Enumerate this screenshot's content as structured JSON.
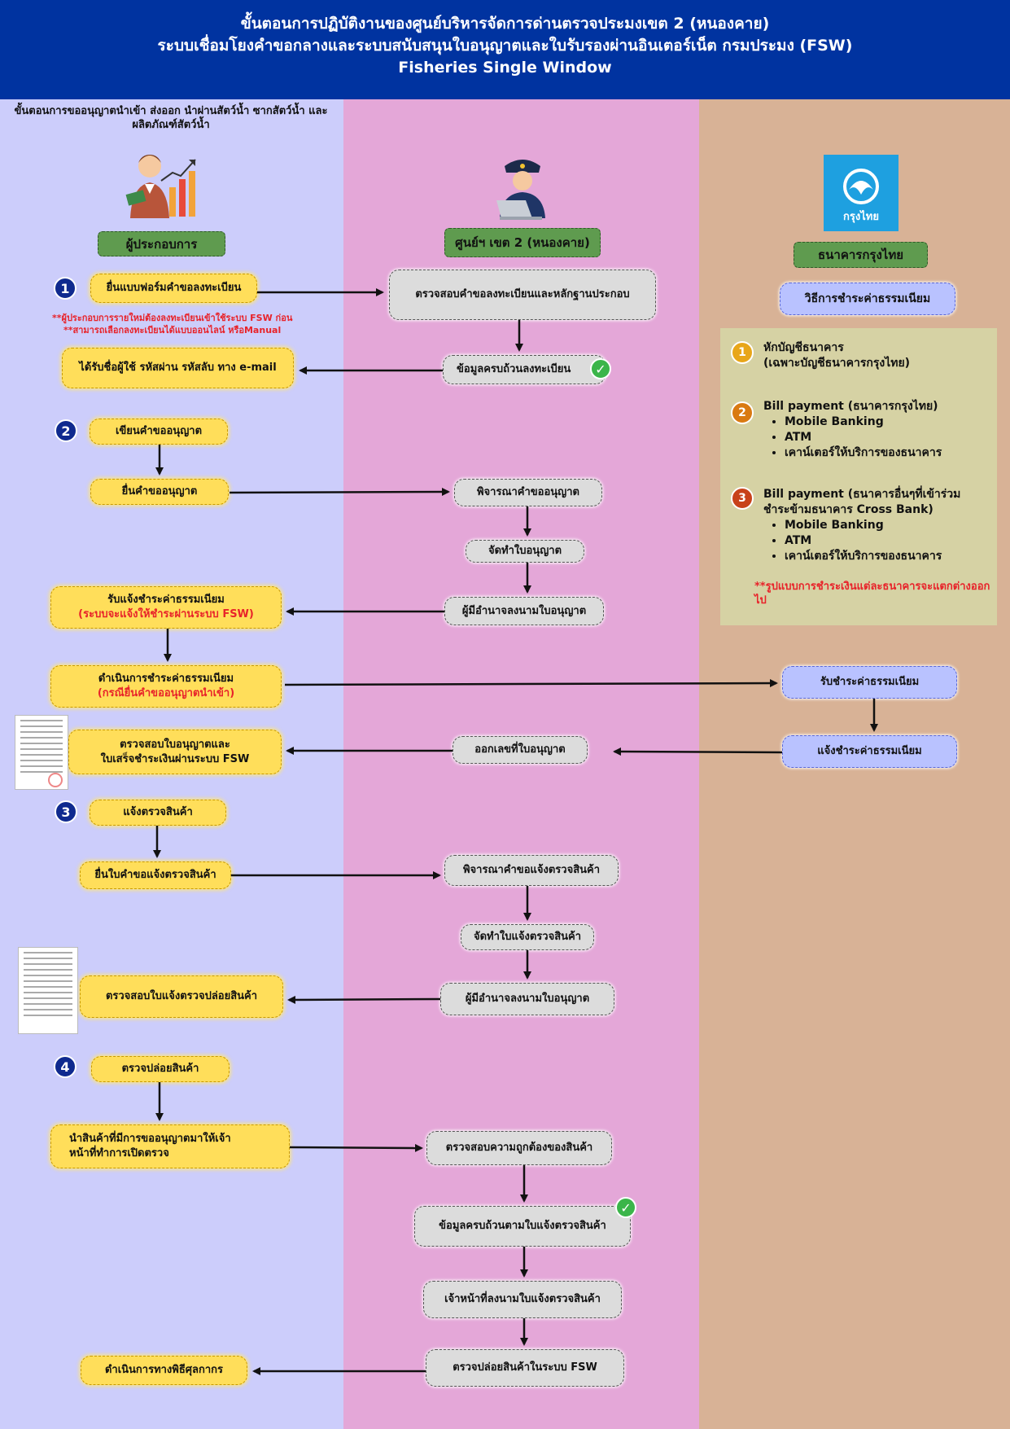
{
  "header": {
    "line1": "ขั้นตอนการปฏิบัติงานของศูนย์บริหารจัดการด่านตรวจประมงเขต 2 (หนองคาย)",
    "line2": "ระบบเชื่อมโยงคำขอกลางและระบบสนับสนุนใบอนุญาตและใบรับรองผ่านอินเตอร์เน็ต กรมประมง (FSW)",
    "line3": "Fisheries Single Window"
  },
  "subtitle": "ขั้นตอนการขออนุญาตนำเข้า ส่งออก นำผ่านสัตว์น้ำ ซากสัตว์น้ำ และผลิตภัณฑ์สัตว์น้ำ",
  "roles": {
    "operator": "ผู้ประกอบการ",
    "center": "ศูนย์ฯ เขต 2 (หนองคาย)",
    "bank": "ธนาคารกรุงไทย",
    "bank_logo_text": "กรุงไทย"
  },
  "steps": {
    "s1": "1",
    "s2": "2",
    "s3": "3",
    "s4": "4"
  },
  "operator": {
    "submit_form": "ยื่นแบบฟอร์มคำขอลงทะเบียน",
    "note1": "**ผู้ประกอบการรายใหม่ต้องลงทะเบียนเข้าใช้ระบบ FSW ก่อน",
    "note2": "**สามารถเลือกลงทะเบียนได้แบบออนไลน์ หรือManual",
    "receive_login": "ได้รับชื่อผู้ใช้ รหัสผ่าน รหัสลับ ทาง e-mail",
    "write_request": "เขียนคำขออนุญาต",
    "submit_request": "ยื่นคำขออนุญาต",
    "fee_notice": "รับแจ้งชำระค่าธรรมเนียม",
    "fee_notice_red": "(ระบบจะแจ้งให้ชำระผ่านระบบ FSW)",
    "pay_fee": "ดำเนินการชำระค่าธรรมเนียม",
    "pay_fee_red": "(กรณียื่นคำขออนุญาตนำเข้า)",
    "check_permit_1": "ตรวจสอบใบอนุญาตและ",
    "check_permit_2": "ใบเสร็จชำระเงินผ่านระบบ FSW",
    "notify_inspect": "แจ้งตรวจสินค้า",
    "submit_inspect": "ยื่นใบคำขอแจ้งตรวจสินค้า",
    "check_release": "ตรวจสอบใบแจ้งตรวจปล่อยสินค้า",
    "release_goods": "ตรวจปล่อยสินค้า",
    "bring_goods_1": "นำสินค้าที่มีการขออนุญาตมาให้เจ้า",
    "bring_goods_2": "หน้าที่ทำการเปิดตรวจ",
    "customs": "ดำเนินการทางพิธีศุลกากร"
  },
  "center": {
    "verify_reg": "ตรวจสอบคำขอลงทะเบียนและหลักฐานประกอบ",
    "reg_complete": "ข้อมูลครบถ้วนลงทะเบียน",
    "consider_request": "พิจารณาคำขออนุญาต",
    "prepare_permit": "จัดทำใบอนุญาต",
    "sign_permit": "ผู้มีอำนาจลงนามใบอนุญาต",
    "issue_number": "ออกเลขที่ใบอนุญาต",
    "consider_inspect": "พิจารณาคำขอแจ้งตรวจสินค้า",
    "prepare_inspect": "จัดทำใบแจ้งตรวจสินค้า",
    "sign_permit_2": "ผู้มีอำนาจลงนามใบอนุญาต",
    "verify_goods": "ตรวจสอบความถูกต้องของสินค้า",
    "data_complete": "ข้อมูลครบถ้วนตามใบแจ้งตรวจสินค้า",
    "officer_sign": "เจ้าหน้าที่ลงนามใบแจ้งตรวจสินค้า",
    "release_fsw": "ตรวจปล่อยสินค้าในระบบ FSW"
  },
  "bank": {
    "methods_title": "วิธีการชำระค่าธรรมเนียม",
    "m1_line1": "หักบัญชีธนาคาร",
    "m1_line2": "(เฉพาะบัญชีธนาคารกรุงไทย)",
    "m2_title": "Bill payment (ธนาคารกรุงไทย)",
    "m2_items": [
      "Mobile Banking",
      "ATM",
      "เคาน์เตอร์ให้บริการของธนาคาร"
    ],
    "m3_line1": "Bill payment (ธนาคารอื่นๆที่เข้าร่วม",
    "m3_line2": "ชำระข้ามธนาคาร Cross Bank)",
    "m3_items": [
      "Mobile Banking",
      "ATM",
      "เคาน์เตอร์ให้บริการของธนาคาร"
    ],
    "pay_note": "**รูปแบบการชำระเงินแต่ละธนาคารจะแตกต่างออกไป",
    "receive_fee": "รับชำระค่าธรรมเนียม",
    "notify_fee": "แจ้งชำระค่าธรรมเนียม",
    "p1": "1",
    "p2": "2",
    "p3": "3"
  },
  "colors": {
    "header": "#0033a0",
    "operator_lane": "#cccdfb",
    "center_lane": "#e4a7d8",
    "bank_lane": "#d8b296",
    "yellow_box": "#ffde5a",
    "gray_box": "#dcdcdc",
    "blue_box": "#b9c2ff",
    "role_green": "#5f9b4f",
    "bank_blue": "#1ea0e0"
  },
  "icons": [
    "businessman-icon",
    "officer-laptop-icon",
    "krungthai-logo-icon",
    "check-icon",
    "document-thumbnail"
  ]
}
